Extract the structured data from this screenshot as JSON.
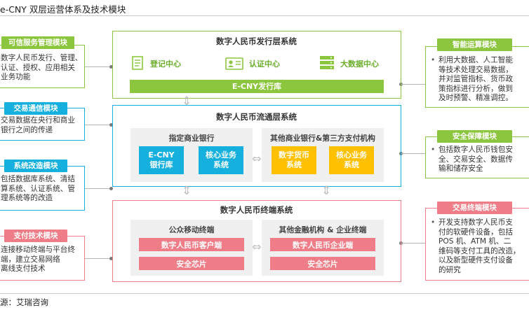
{
  "header": {
    "title": "e-CNY 双层运营体系及技术模块"
  },
  "footer": {
    "source": "源：艾瑞咨询"
  },
  "left_modules": [
    {
      "tag": "可信服务管理模块",
      "lines": [
        "数字人民币发行、管理、",
        "认证、授权、应用相关",
        "业务功能"
      ]
    },
    {
      "tag": "交易通信模块",
      "lines": [
        "交易数据在央行和商业",
        "银行之间的传递"
      ]
    },
    {
      "tag": "系统改造模块",
      "lines": [
        "包括数据库系统、清结",
        "算系统、认证系统、管",
        "理系统等的改造"
      ]
    },
    {
      "tag": "支付技术模块",
      "lines": [
        "连接移动终端与平台终",
        "端，建立交易网络",
        "离线支付技术"
      ]
    }
  ],
  "right_modules": [
    {
      "tag": "智能运算模块",
      "lines": [
        "利用大数据、人工智能",
        "等技术处理交易数据，",
        "并对监管指标、货币政",
        "策指标进行分析，做到",
        "及时预警、精准调控。"
      ]
    },
    {
      "tag": "安全保障模块",
      "lines": [
        "包括数字人民币钱包安",
        "全、交易安全、数据传",
        "输和储存安全"
      ]
    },
    {
      "tag": "交易终端模块",
      "lines": [
        "开发支持数字人民币支",
        "付的软硬件设备，包括",
        "POS 机、ATM 机、二",
        "维码等支付工具的改造，",
        "以及新型硬件支付设备",
        "的研究"
      ]
    }
  ],
  "issuance_layer": {
    "title": "数字人民币发行层系统",
    "centers": [
      "登记中心",
      "认证中心",
      "大数据中心"
    ],
    "ledger": "E-CNY发行库"
  },
  "circulation_layer": {
    "title": "数字人民币流通层系统",
    "left_panel": {
      "title": "指定商业银行",
      "boxes": [
        [
          "E-CNY",
          "银行库"
        ],
        [
          "核心业务",
          "系统"
        ]
      ]
    },
    "right_panel": {
      "title": "其他商业银行&第三方支付机构",
      "boxes": [
        [
          "数字货币",
          "系统"
        ],
        [
          "核心业务",
          "系统"
        ]
      ]
    }
  },
  "terminal_layer": {
    "title": "数字人民币终端系统",
    "left_panel": {
      "title": "公众移动终端",
      "bars": [
        "数字人民币客户端",
        "安全芯片"
      ]
    },
    "right_panel": {
      "title": "其他金融机构 & 企业终端",
      "bars": [
        "数字人民币企业端",
        "安全芯片"
      ]
    }
  },
  "colors": {
    "green": "#8cc63f",
    "blue": "#16b0df",
    "pink": "#ee7d87",
    "yellow": "#ffc000"
  },
  "icons": [
    "registry-icon",
    "certification-icon",
    "database-icon",
    "double-arrow-icon"
  ]
}
